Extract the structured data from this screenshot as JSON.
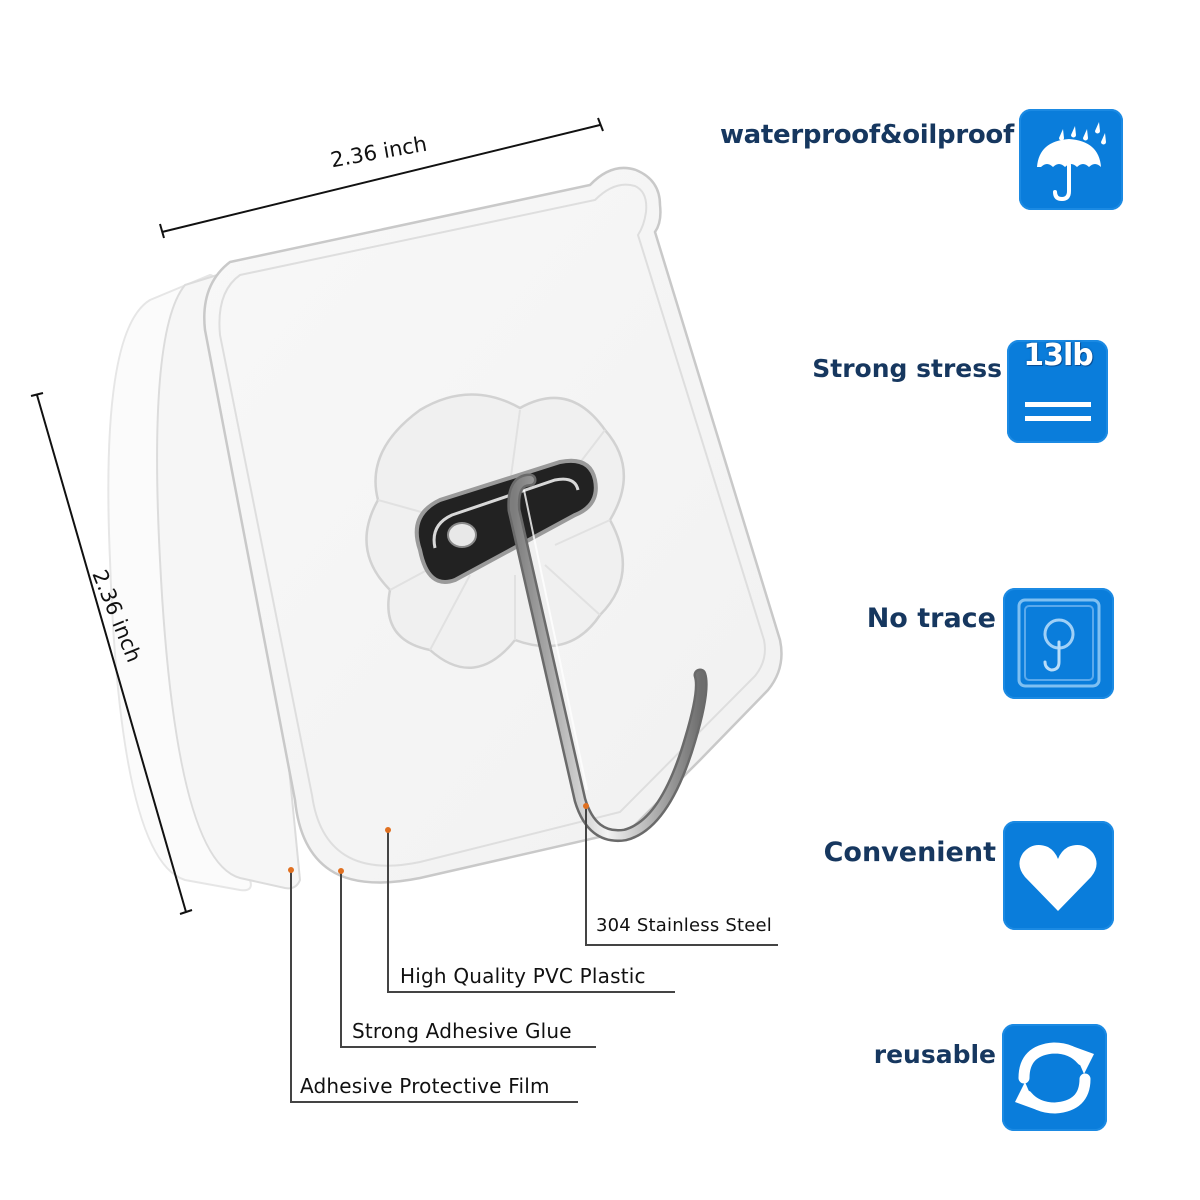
{
  "dimensions": {
    "width_label": "2.36 inch",
    "height_label": "2.36 inch"
  },
  "callouts": {
    "steel": "304 Stainless Steel",
    "pvc": "High Quality PVC Plastic",
    "glue": "Strong Adhesive Glue",
    "film": "Adhesive Protective Film"
  },
  "features": {
    "waterproof": {
      "label": "waterproof&oilproof",
      "icon": "umbrella-rain-icon"
    },
    "stress": {
      "label": "Strong stress",
      "badge": "13lb",
      "icon": "weight-icon"
    },
    "trace": {
      "label": "No trace",
      "icon": "hook-no-trace-icon"
    },
    "convenient": {
      "label": "Convenient",
      "icon": "heart-icon"
    },
    "reusable": {
      "label": "reusable",
      "icon": "refresh-arrows-icon"
    }
  },
  "colors": {
    "feature_text": "#16375f",
    "icon_tile": "#0a7ddb",
    "callout_dot": "#e07020"
  }
}
